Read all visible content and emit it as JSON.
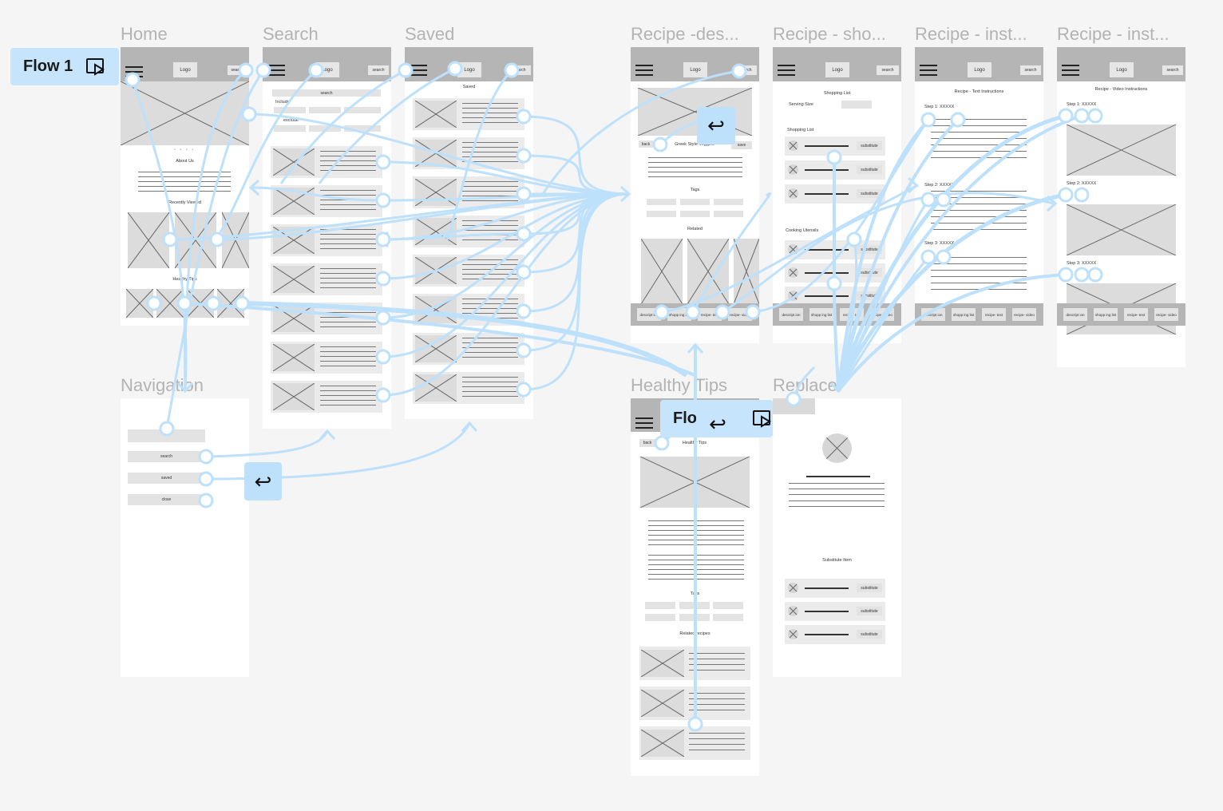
{
  "frames": {
    "home": {
      "title": "Home",
      "logo": "Logo",
      "search": "search",
      "about": "About Us",
      "recent": "Recently Viewed",
      "tips": "Healthy Tips"
    },
    "search": {
      "title": "Search",
      "logo": "Logo",
      "search_label": "search",
      "include": "Include",
      "exclude": "exclude"
    },
    "saved": {
      "title": "Saved",
      "logo": "Logo",
      "search": "search",
      "heading": "Saved"
    },
    "recipe_desc": {
      "title": "Recipe -des...",
      "logo": "Logo",
      "search": "search",
      "back": "back",
      "name": "Greek Style Veggies",
      "save": "save",
      "tags": "Tags",
      "related": "Related"
    },
    "recipe_shop": {
      "title": "Recipe - sho...",
      "logo": "Logo",
      "search": "search",
      "heading": "Shopping List",
      "serving": "Serving Size",
      "list": "Shopping List",
      "utensils": "Cooking Utensils",
      "substitute": "substitute"
    },
    "recipe_text": {
      "title": "Recipe - inst...",
      "logo": "Logo",
      "search": "search",
      "heading": "Recipe - Text Instructions",
      "step1": "Step 1: XXXXX",
      "step2": "Step 2: XXXXX",
      "step3": "Step 3: XXXXX"
    },
    "recipe_video": {
      "title": "Recipe - inst...",
      "logo": "Logo",
      "search": "search",
      "heading": "Recipe - Video Instructions",
      "step1": "Step 1: XXXXX",
      "step2": "Step 2: XXXXX",
      "step3": "Step 3: XXXXX"
    },
    "navigation": {
      "title": "Navigation",
      "items": [
        "search",
        "saved",
        "close"
      ]
    },
    "healthy_tips": {
      "title": "Healthy Tips",
      "back": "back",
      "heading": "Healthy Tips",
      "tags": "Tags",
      "related": "Related recipes"
    },
    "replace": {
      "title": "Replace",
      "sub_heading": "Substitute Item",
      "substitute": "substitute"
    }
  },
  "recipe_tabs": [
    "descript ion",
    "shopp ing list",
    "recipe- text",
    "recipe- video"
  ],
  "flows": {
    "flow1": "Flow 1",
    "flow2": "Flow 2"
  },
  "icons": {
    "play": "play-icon",
    "back": "back-arrow-icon",
    "menu": "menu-icon",
    "image": "image-placeholder-icon"
  },
  "colors": {
    "canvas": "#f5f5f5",
    "header": "#b5b5b5",
    "wire": "#bde0fb",
    "badge": "#c6e4fb"
  }
}
